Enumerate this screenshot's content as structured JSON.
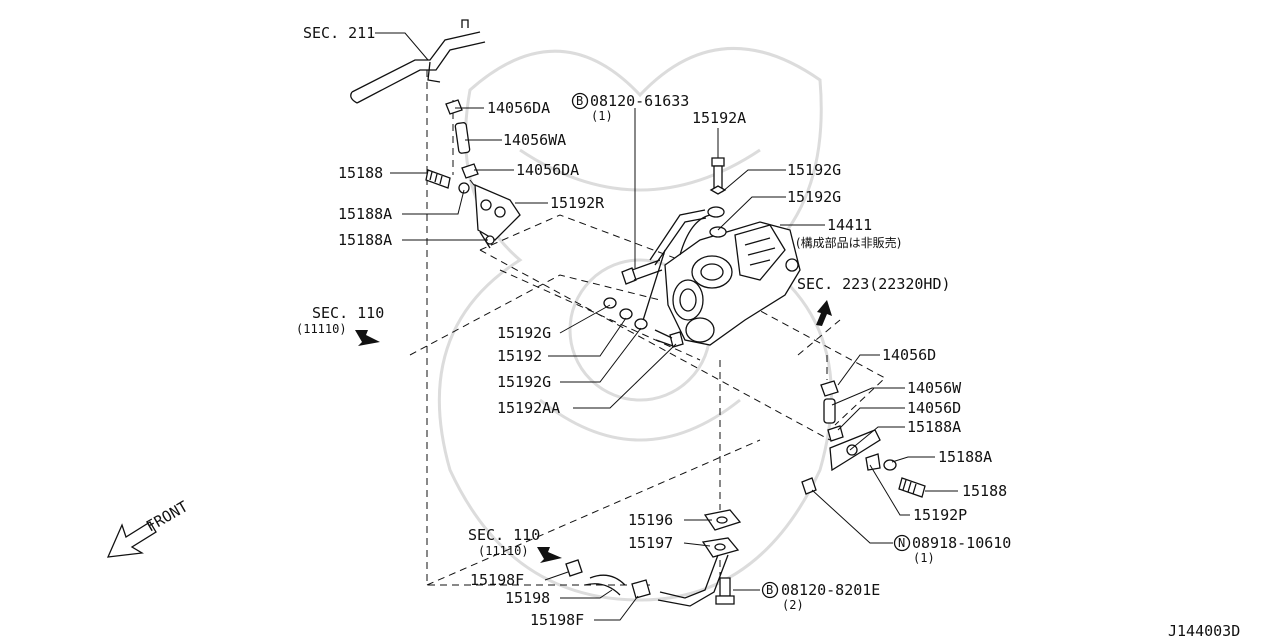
{
  "diagram": {
    "id_code": "J144003D",
    "front_label": "FRONT",
    "sec_211": "SEC. 211",
    "sec_110_upper": "SEC. 110",
    "sec_110_upper_code": "(11110)",
    "sec_110_lower": "SEC. 110",
    "sec_110_lower_code": "(11110)",
    "sec_223": "SEC. 223(22320HD)",
    "bolt_b1_prefix": "B",
    "bolt_b1": "08120-61633",
    "bolt_b1_qty": "(1)",
    "bolt_b2_prefix": "B",
    "bolt_b2": "08120-8201E",
    "bolt_b2_qty": "(2)",
    "nut_n_prefix": "N",
    "nut_n": "08918-10610",
    "nut_n_qty": "(1)",
    "p14411": "14411",
    "p14411_note": "(構成部品は非販売)",
    "parts": {
      "p14056DA_1": "14056DA",
      "p14056WA": "14056WA",
      "p14056DA_2": "14056DA",
      "p15188_l": "15188",
      "p15188A_l1": "15188A",
      "p15188A_l2": "15188A",
      "p15192R": "15192R",
      "p15192A": "15192A",
      "p15192G_t1": "15192G",
      "p15192G_t2": "15192G",
      "p15192G_m1": "15192G",
      "p15192": "15192",
      "p15192G_m2": "15192G",
      "p15192AA": "15192AA",
      "p14056D_1": "14056D",
      "p14056W": "14056W",
      "p14056D_2": "14056D",
      "p15188A_r1": "15188A",
      "p15188A_r2": "15188A",
      "p15188_r": "15188",
      "p15192P": "15192P",
      "p15196": "15196",
      "p15197": "15197",
      "p15198F_1": "15198F",
      "p15198": "15198",
      "p15198F_2": "15198F"
    }
  }
}
